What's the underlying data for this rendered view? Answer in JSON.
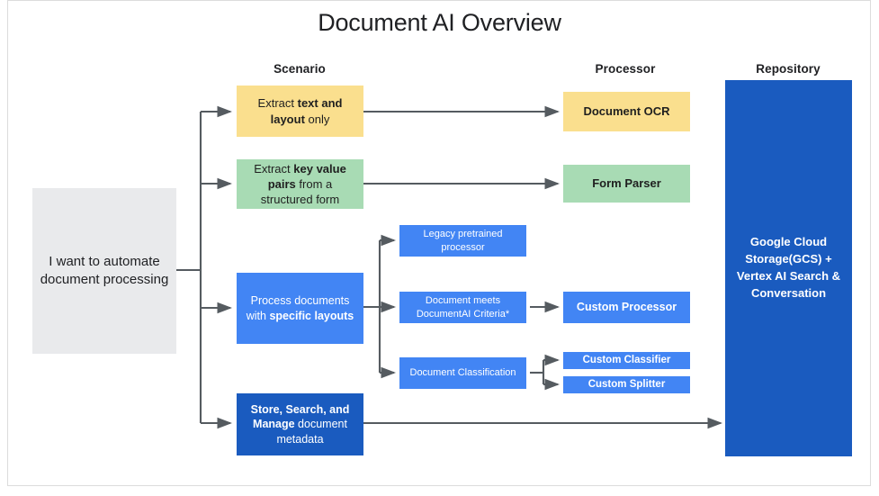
{
  "title": "Document AI Overview",
  "columns": [
    {
      "name": "scenario",
      "label": "Scenario"
    },
    {
      "name": "processor",
      "label": "Processor"
    },
    {
      "name": "repository",
      "label": "Repository"
    }
  ],
  "colors": {
    "yellow": "#fadf8e",
    "green": "#a8dbb4",
    "blue": "#4285f4",
    "dark_blue": "#1a5bbf",
    "gray": "#e9eaec",
    "connector": "#555b60",
    "frame_border": "#dcdcdc",
    "text_dark": "#202124",
    "text_light": "#ffffff"
  },
  "nodes": {
    "intent": {
      "label": "I want to automate document processing",
      "lines": [
        "I want to automate",
        "document",
        "processing"
      ]
    },
    "scenario_text_layout": {
      "label": "Extract text and layout only",
      "parts": [
        {
          "text": "Extract ",
          "bold": false
        },
        {
          "text": "text and layout",
          "bold": true
        },
        {
          "text": " only",
          "bold": false
        }
      ]
    },
    "scenario_key_value": {
      "label": "Extract key value pairs from a structured form",
      "parts": [
        {
          "text": "Extract ",
          "bold": false
        },
        {
          "text": "key value pairs",
          "bold": true
        },
        {
          "text": " from a structured form",
          "bold": false
        }
      ]
    },
    "scenario_specific_layouts": {
      "label": "Process documents with specific layouts",
      "parts": [
        {
          "text": "Process documents with ",
          "bold": false
        },
        {
          "text": "specific layouts",
          "bold": true
        }
      ]
    },
    "scenario_store_search_manage": {
      "label": "Store, Search, and Manage document metadata",
      "parts": [
        {
          "text": "Store, Search, and Manage",
          "bold": true
        },
        {
          "text": " document metadata",
          "bold": false
        }
      ]
    },
    "legacy_pretrained": {
      "label": "Legacy pretrained processor"
    },
    "document_meets_criteria": {
      "label": "Document meets DocumentAI Criteria*"
    },
    "document_classification": {
      "label": "Document Classification"
    },
    "document_ocr": {
      "label": "Document OCR"
    },
    "form_parser": {
      "label": "Form Parser"
    },
    "custom_processor": {
      "label": "Custom Processor"
    },
    "custom_classifier": {
      "label": "Custom Classifier"
    },
    "custom_splitter": {
      "label": "Custom Splitter"
    },
    "repository": {
      "label": "Google Cloud Storage(GCS) + Vertex AI Search & Conversation",
      "lines": [
        "Google Cloud",
        "Storage(GCS)",
        "+",
        "Vertex AI Search &",
        "Conversation"
      ]
    }
  },
  "chart_data": {
    "type": "diagram",
    "title": "Document AI Overview",
    "edges": [
      {
        "from": "intent",
        "to": "scenario_text_layout"
      },
      {
        "from": "intent",
        "to": "scenario_key_value"
      },
      {
        "from": "intent",
        "to": "scenario_specific_layouts"
      },
      {
        "from": "intent",
        "to": "scenario_store_search_manage"
      },
      {
        "from": "scenario_text_layout",
        "to": "document_ocr"
      },
      {
        "from": "scenario_key_value",
        "to": "form_parser"
      },
      {
        "from": "scenario_specific_layouts",
        "to": "legacy_pretrained"
      },
      {
        "from": "scenario_specific_layouts",
        "to": "document_meets_criteria"
      },
      {
        "from": "scenario_specific_layouts",
        "to": "document_classification"
      },
      {
        "from": "document_meets_criteria",
        "to": "custom_processor"
      },
      {
        "from": "document_classification",
        "to": "custom_classifier"
      },
      {
        "from": "document_classification",
        "to": "custom_splitter"
      },
      {
        "from": "scenario_store_search_manage",
        "to": "repository"
      }
    ]
  }
}
